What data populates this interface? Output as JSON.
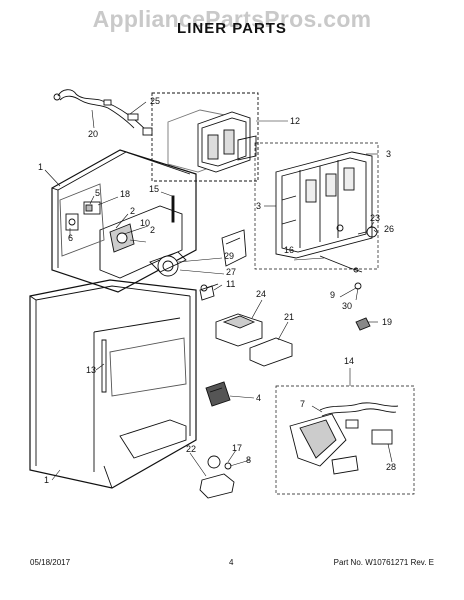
{
  "watermark": "AppliancePartsPros.com",
  "title": "LINER  PARTS",
  "footer": {
    "date": "05/18/2017",
    "page": "4",
    "part_no": "Part No.  W10761271  Rev.  E"
  },
  "callouts": {
    "c25": "25",
    "c20": "20",
    "c12": "12",
    "c3a": "3",
    "c3b": "3",
    "c1a": "1",
    "c5": "5",
    "c18": "18",
    "c15": "15",
    "c2a": "2",
    "c10": "10",
    "c6": "6",
    "c2b": "2",
    "c29": "29",
    "c27": "27",
    "c11": "11",
    "c23": "23",
    "c26": "26",
    "c16": "16",
    "c9": "9",
    "c30": "30",
    "c24": "24",
    "c21": "21",
    "c19": "19",
    "c13": "13",
    "c14": "14",
    "c4": "4",
    "c7": "7",
    "c1b": "1",
    "c22": "22",
    "c17": "17",
    "c8": "8",
    "c28": "28"
  }
}
